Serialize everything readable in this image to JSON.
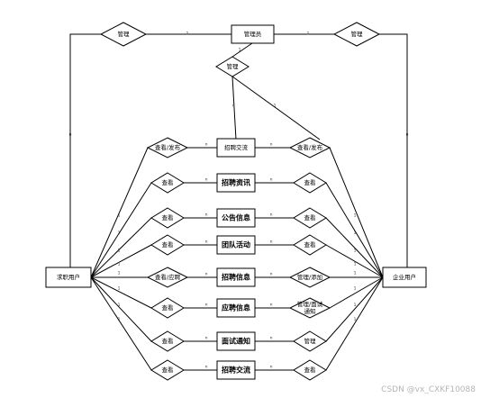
{
  "entities": {
    "admin": "管理员",
    "seeker": "求职用户",
    "company": "企业用户"
  },
  "relations": {
    "admin_seeker": "管理",
    "admin_company": "管理",
    "admin_mid": "管理"
  },
  "center_rows": [
    {
      "left": "查看/发布",
      "middle": "招聘交流",
      "right": "查看/发布",
      "bold": false
    },
    {
      "left": "查看",
      "middle": "招聘资讯",
      "right": "查看",
      "bold": true
    },
    {
      "left": "查看",
      "middle": "公告信息",
      "right": "查看",
      "bold": true
    },
    {
      "left": "查看",
      "middle": "团队活动",
      "right": "查看",
      "bold": true
    },
    {
      "left": "查看/应聘",
      "middle": "招聘信息",
      "right": "管理/添加",
      "bold": true
    },
    {
      "left": "查看",
      "middle": "应聘信息",
      "right": "管理/面试通知",
      "bold": true
    },
    {
      "left": "查看",
      "middle": "面试通知",
      "right": "管理",
      "bold": true
    },
    {
      "left": "查看",
      "middle": "招聘交流",
      "right": "查看",
      "bold": true
    }
  ],
  "cardinality": {
    "one": "1",
    "many": "n"
  },
  "watermark": "CSDN @vx_CXKF10088"
}
